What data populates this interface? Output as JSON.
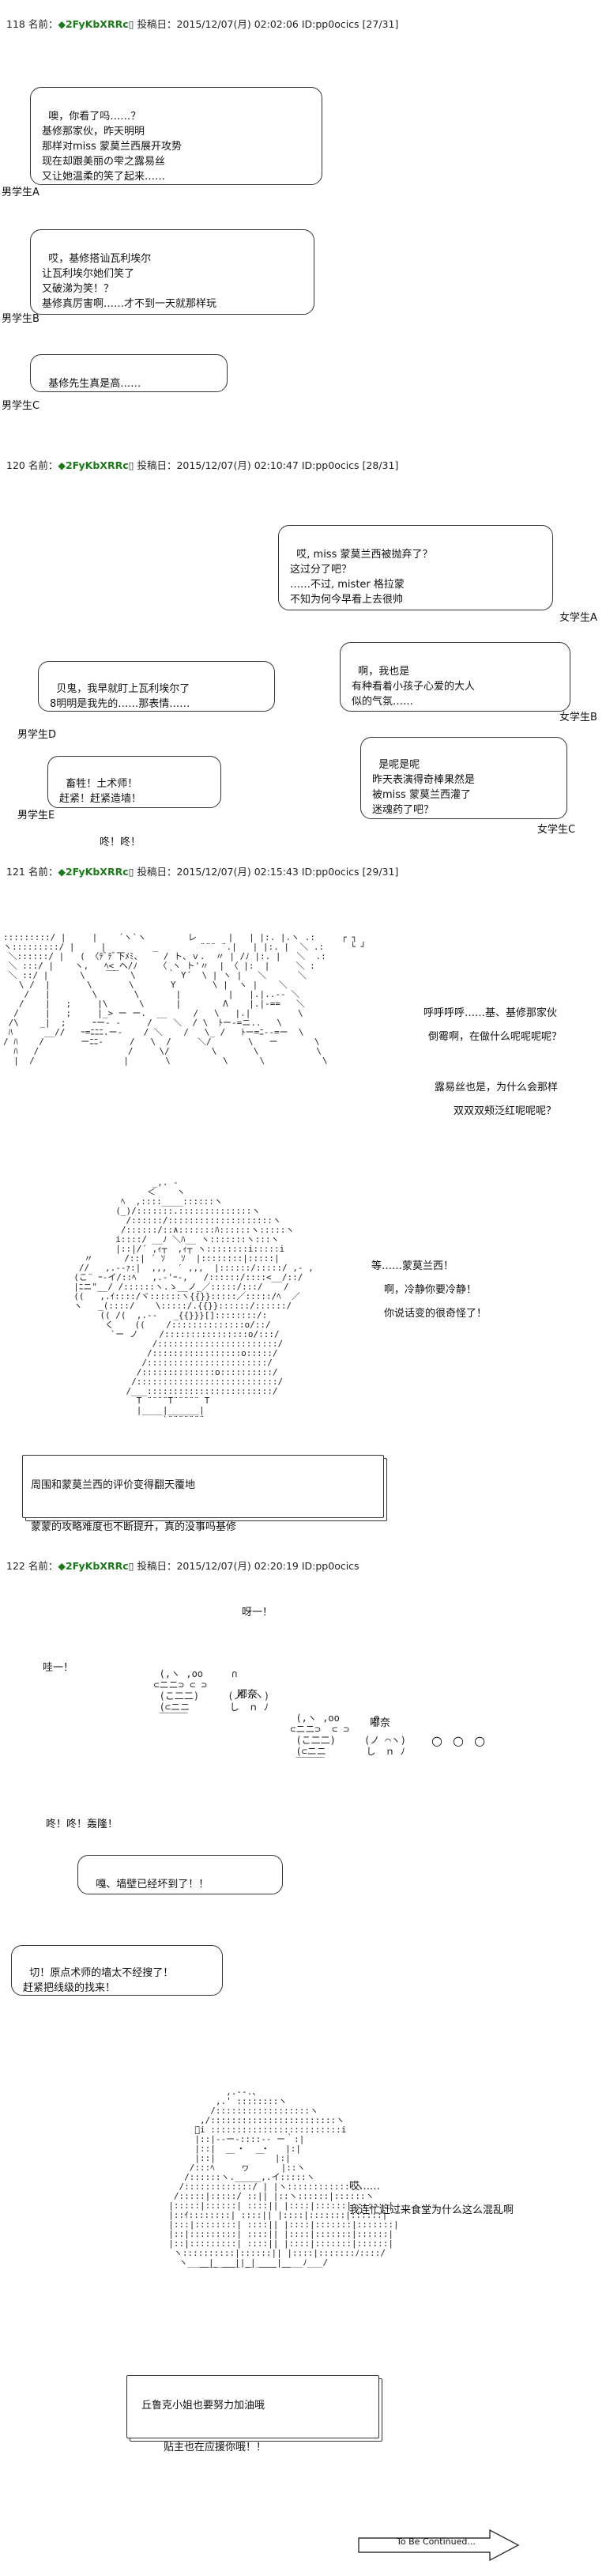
{
  "posts": [
    {
      "header": {
        "num": "118",
        "name_label": "名前：",
        "trip": "◆2FyKbXRRc",
        "rest": "▯ 投稿日：2015/12/07(月) 02:02:06 ID:pp0ocics [27/31]"
      },
      "bubbles": [
        {
          "text": "噢，你看了吗……？\n基修那家伙，昨天明明\n那样对miss 蒙莫兰西展开攻势\n现在却跟美丽の雫之露易丝\n又让她温柔的笑了起来……",
          "speaker": "男学生A"
        },
        {
          "text": "哎，基修搭讪瓦利埃尔\n让瓦利埃尔她们笑了\n又破涕为笑！？\n基修真厉害啊……才不到一天就那样玩",
          "speaker": "男学生B"
        },
        {
          "text": "基修先生真是高……",
          "speaker": "男学生C"
        }
      ]
    },
    {
      "header": {
        "num": "120",
        "name_label": "名前：",
        "trip": "◆2FyKbXRRc",
        "rest": "▯ 投稿日：2015/12/07(月) 02:10:47 ID:pp0ocics [28/31]"
      },
      "bubbles": [
        {
          "text": "哎, miss 蒙莫兰西被抛弃了？\n这过分了吧？\n……不过, mister 格拉蒙\n不知为何今早看上去很帅",
          "speaker": "女学生A"
        },
        {
          "text": "啊，我也是\n有种看着小孩子心爱的大人\n似的气氛……",
          "speaker": "女学生B"
        },
        {
          "text": "贝鬼，我早就盯上瓦利埃尔了\n8明明是我先的……那表情……",
          "speaker": "男学生D"
        },
        {
          "text": "是呢是呢\n昨天表演得奇棒果然是\n被miss 蒙莫兰西灌了\n迷魂药了吧？",
          "speaker": "女学生C"
        },
        {
          "text": "畜牲！土术师！\n赶紧！赶紧造墙！",
          "speaker": "男学生E"
        }
      ],
      "caption": "咚！咚！"
    },
    {
      "header": {
        "num": "121",
        "name_label": "名前：",
        "trip": "◆2FyKbXRRc",
        "rest": "▯ 投稿日：2015/12/07(月) 02:15:43 ID:pp0ocics [29/31]"
      },
      "side_lines": [
        "呼呼呼呼……基、基修那家伙",
        "倒霉啊，在做什么呢呢呢呢？",
        "露易丝也是，为什么会那样",
        "双双双颊泛红呢呢呢？",
        "等……蒙莫兰西！",
        "啊，冷静你要冷静！",
        "你说话变的很奇怪了！"
      ],
      "box": {
        "line1": "周围和蒙莫兰西的评价变得翻天覆地",
        "line2": "蒙蒙的攻略难度也不断提升，真的没事吗基修"
      }
    },
    {
      "header": {
        "num": "122",
        "name_label": "名前：",
        "trip": "◆2FyKbXRRc",
        "rest": "▯ 投稿日：2015/12/07(月) 02:20:19 ID:pp0ocics"
      },
      "sfx1": "呀一！",
      "sfx2": "哇一！",
      "aa_sfx1": "嘟奈",
      "aa_sfx2": "嘟奈",
      "dots": "○ ○ ○",
      "sfx3": "咚！咚！轰隆！",
      "bubble1": "嘎、墙壁已经坏到了！！",
      "bubble2": "切！原点术师的墙太不经搜了！\n赶紧把线级的找来！",
      "side1": "哎……",
      "side2": "我连忙赶过来食堂为什么这么混乱啊",
      "box": {
        "line1": "丘鲁克小姐也要努力加油哦",
        "line2": "贴主也在应援你哦！！"
      },
      "tbc": "To Be Continued..."
    }
  ]
}
